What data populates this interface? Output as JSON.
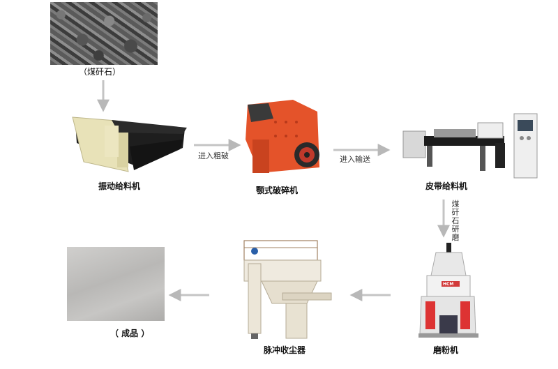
{
  "nodes": {
    "coal_gangue": {
      "label": "（煤矸石）"
    },
    "vibrating_feeder": {
      "label": "振动给料机"
    },
    "jaw_crusher": {
      "label": "颚式破碎机"
    },
    "belt_feeder": {
      "label": "皮带给料机"
    },
    "grinding_mill": {
      "label": "磨粉机"
    },
    "pulse_dust_collector": {
      "label": "脉冲收尘器"
    },
    "finished_product": {
      "label": "（ 成品 ）"
    }
  },
  "edges": {
    "feeder_to_crusher": {
      "label": "进入粗破"
    },
    "crusher_to_belt": {
      "label": "进入输送"
    },
    "belt_to_mill": {
      "label": "煤矸石研磨"
    }
  },
  "brand_text": "HCM"
}
